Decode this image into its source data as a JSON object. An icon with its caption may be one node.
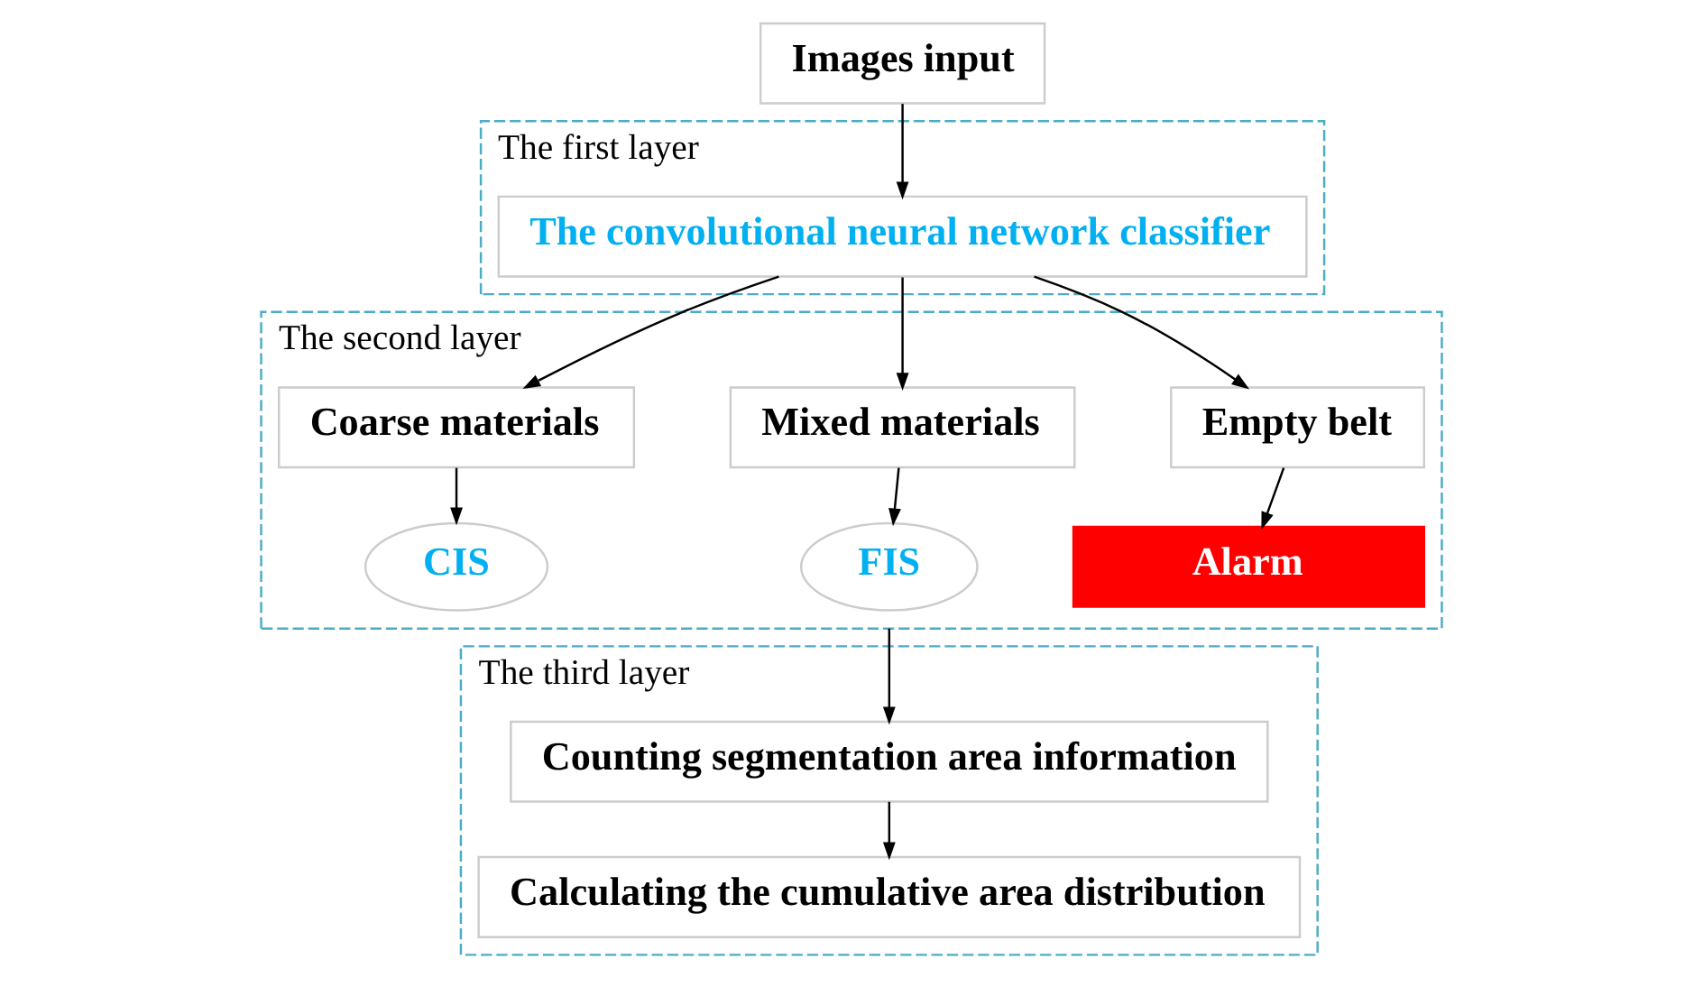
{
  "diagram": {
    "nodes": [
      {
        "text": [
          "Images input"
        ]
      },
      {
        "text": [
          "The first layer"
        ]
      },
      {
        "text": [
          "The convolutional neural network classifier"
        ],
        "in": 1
      },
      {
        "text": [
          "The second layer"
        ]
      },
      {
        "text": [
          "Empty belt"
        ],
        "in": 3
      },
      {
        "text": [
          "Mixed materials"
        ],
        "in": 3
      },
      {
        "text": [
          "Coarse materials"
        ],
        "in": 3
      },
      {
        "text": [
          "Alarm"
        ],
        "in": 3
      },
      {
        "text": [
          "FIS"
        ],
        "in": 3
      },
      {
        "text": [
          "CIS"
        ],
        "in": 3
      },
      {
        "text": [
          "The third layer"
        ]
      },
      {
        "text": [
          "Counting segmentation area information"
        ],
        "in": 10
      },
      {
        "text": [
          "Calculating the cumulative area distribution"
        ],
        "in": 10
      }
    ],
    "edges": [
      {
        "from": 0,
        "to": 2,
        "arrow": "to"
      },
      {
        "from": 2,
        "to": 4,
        "arrow": "to"
      },
      {
        "from": 2,
        "to": 5,
        "arrow": "to"
      },
      {
        "from": 2,
        "to": 6,
        "arrow": "to"
      },
      {
        "from": 4,
        "to": 7,
        "arrow": "to"
      },
      {
        "from": 5,
        "to": 8,
        "arrow": "to"
      },
      {
        "from": 6,
        "to": 9,
        "arrow": "to"
      },
      {
        "from": 3,
        "to": 11,
        "arrow": "to"
      },
      {
        "from": 11,
        "to": 12,
        "arrow": "to"
      }
    ]
  }
}
